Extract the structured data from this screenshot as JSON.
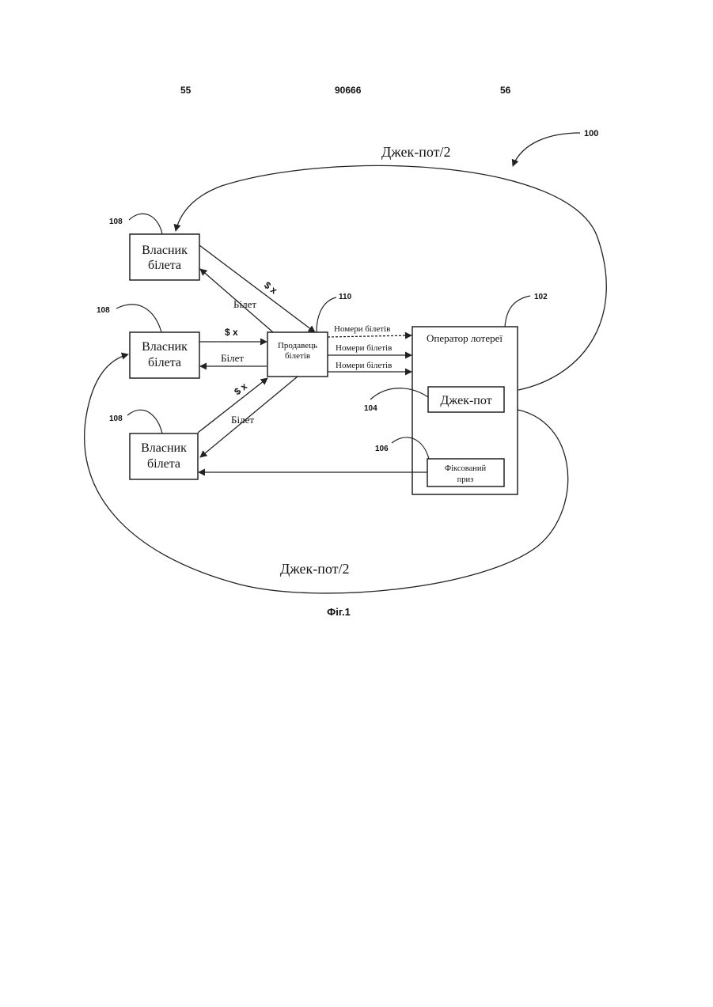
{
  "header": {
    "page_left": "55",
    "patent_number": "90666",
    "page_right": "56"
  },
  "figure": {
    "ref_system": "100",
    "jackpot_half_top": "Джек-пот/2",
    "jackpot_half_bottom": "Джек-пот/2",
    "ticket_holder_ref": "108",
    "ticket_holder_line1": "Власник",
    "ticket_holder_line2": "білета",
    "vendor_ref": "110",
    "vendor_line1": "Продавець",
    "vendor_line2": "білетів",
    "operator_ref": "102",
    "operator_label": "Оператор лотереї",
    "jackpot_ref": "104",
    "jackpot_label": "Джек-пот",
    "fixed_prize_ref": "106",
    "fixed_prize_line1": "Фіксований",
    "fixed_prize_line2": "приз",
    "payment_label": "$ x",
    "ticket_label": "Білет",
    "ticket_numbers_label": "Номери білетів",
    "caption": "Фіг.1"
  }
}
